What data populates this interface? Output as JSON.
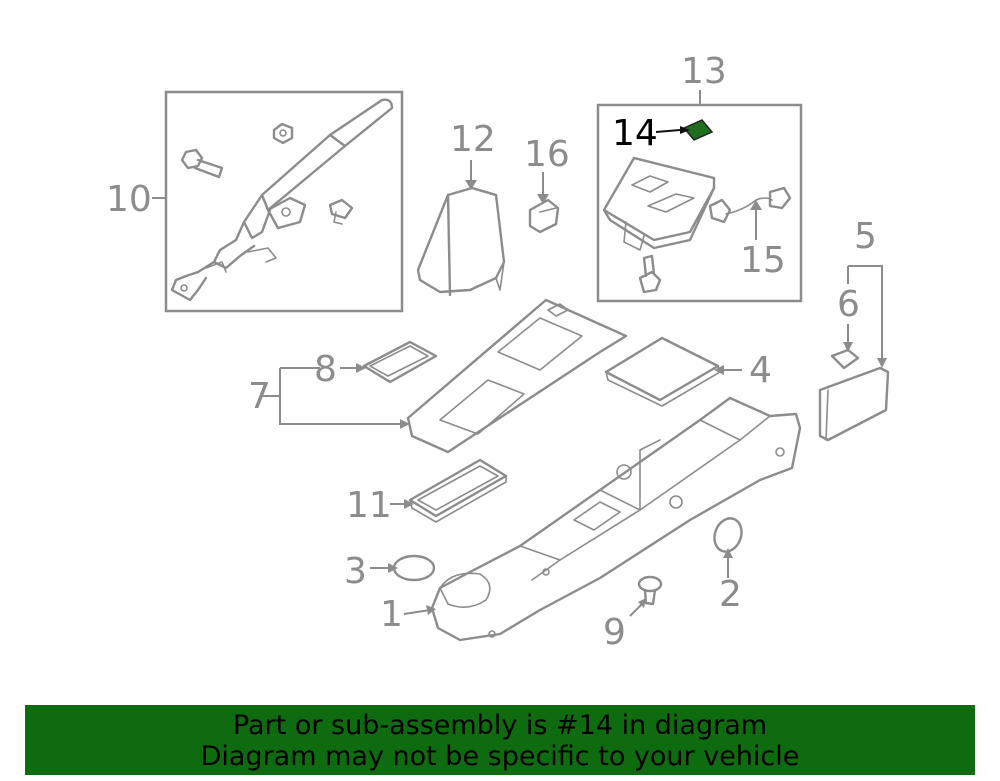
{
  "diagram": {
    "callouts": [
      "1",
      "2",
      "3",
      "4",
      "5",
      "6",
      "7",
      "8",
      "9",
      "10",
      "11",
      "12",
      "13",
      "14",
      "15",
      "16"
    ],
    "highlight_color": "#1f6e1f",
    "highlighted_callout": "14"
  },
  "banner": {
    "line1": "Part or sub-assembly is #14 in diagram",
    "line2": "Diagram may not be specific to your vehicle",
    "background": "#0f6b0f"
  }
}
